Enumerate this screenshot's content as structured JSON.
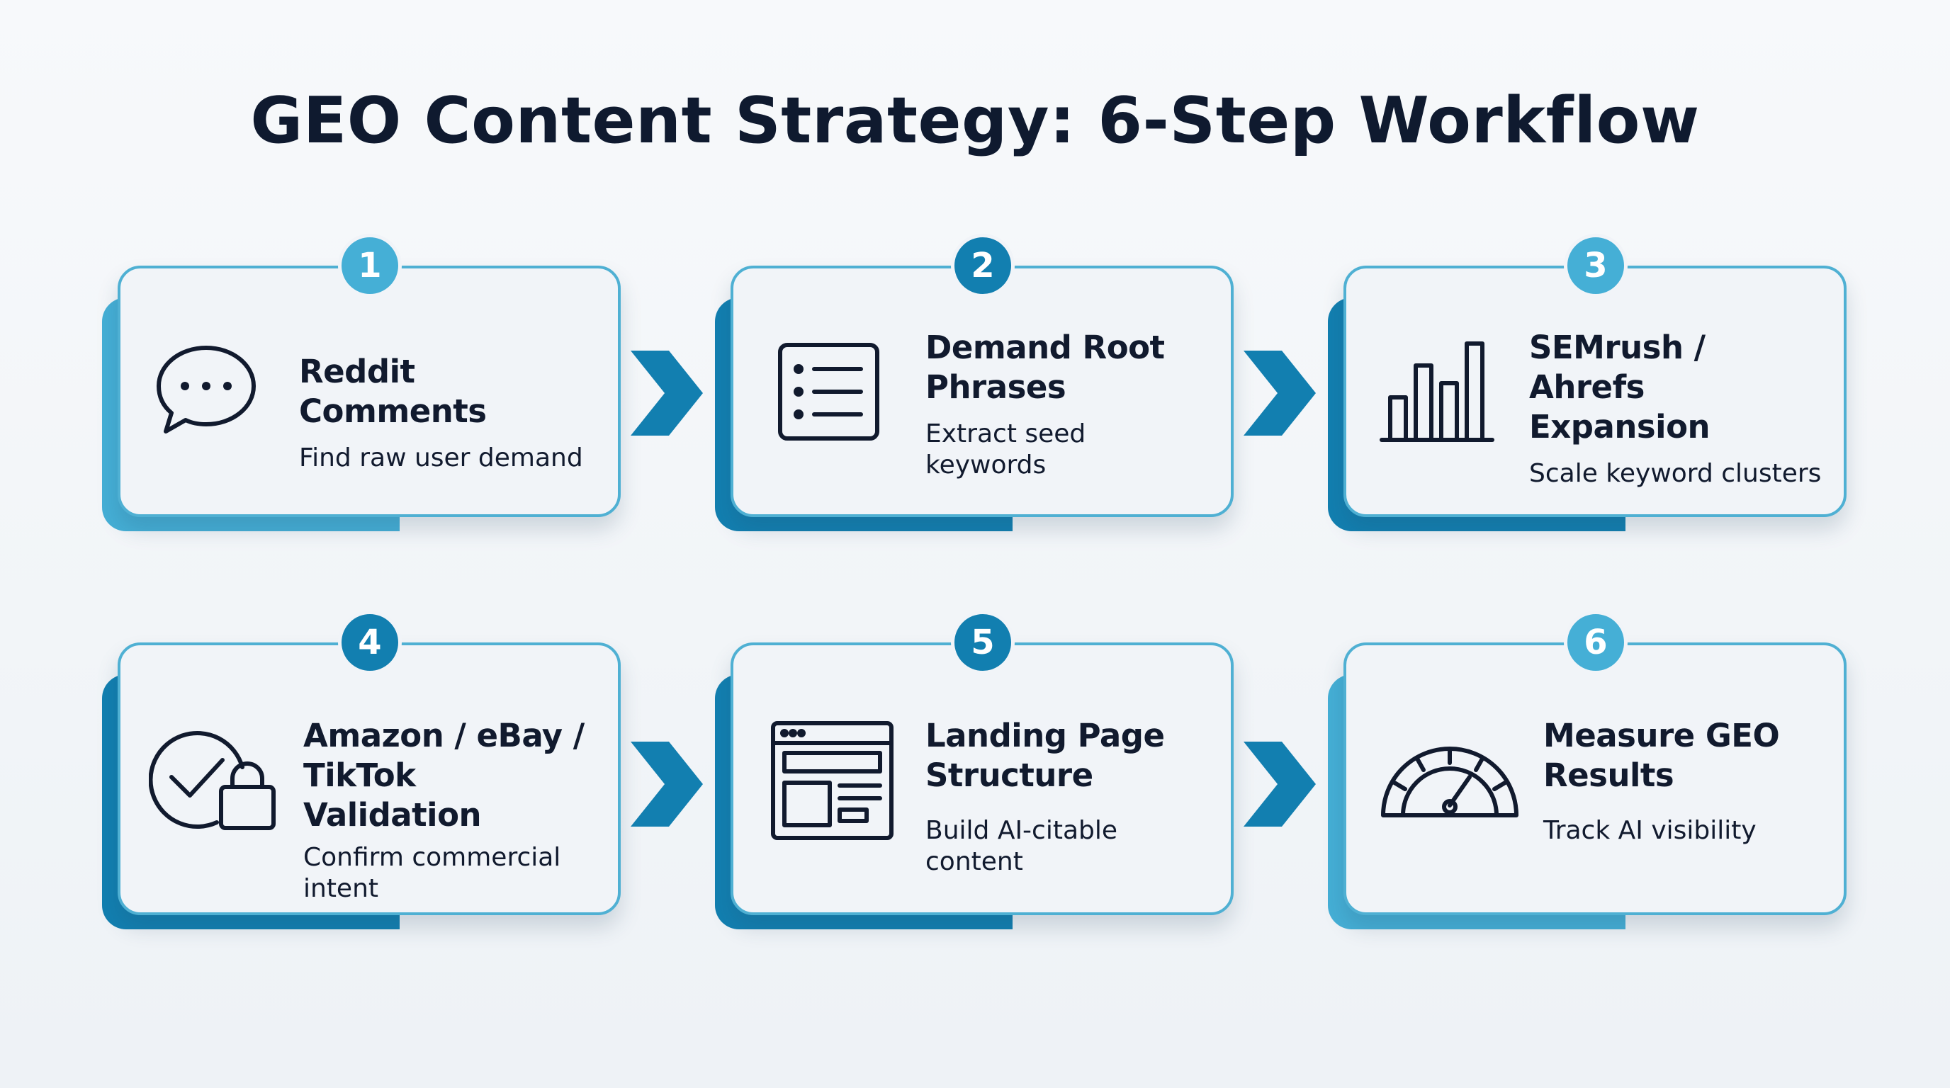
{
  "title": "GEO Content Strategy: 6-Step Workflow",
  "colors": {
    "light_blue": "#45afd6",
    "dark_blue": "#127fb0",
    "card_bg": "#f1f4f8",
    "text": "#111a2e"
  },
  "steps": [
    {
      "number": "1",
      "title": "Reddit Comments",
      "subtitle": "Find raw user demand",
      "icon": "chat-bubble-icon"
    },
    {
      "number": "2",
      "title": "Demand Root Phrases",
      "subtitle": "Extract seed keywords",
      "icon": "list-icon"
    },
    {
      "number": "3",
      "title": "SEMrush / Ahrefs Expansion",
      "subtitle": "Scale keyword clusters",
      "icon": "bar-chart-icon"
    },
    {
      "number": "4",
      "title": "Amazon / eBay / TikTok Validation",
      "subtitle": "Confirm commercial intent",
      "icon": "check-shopping-bag-icon"
    },
    {
      "number": "5",
      "title": "Landing Page Structure",
      "subtitle": "Build AI-citable content",
      "icon": "browser-layout-icon"
    },
    {
      "number": "6",
      "title": "Measure GEO Results",
      "subtitle": "Track AI visibility",
      "icon": "speedometer-icon"
    }
  ]
}
